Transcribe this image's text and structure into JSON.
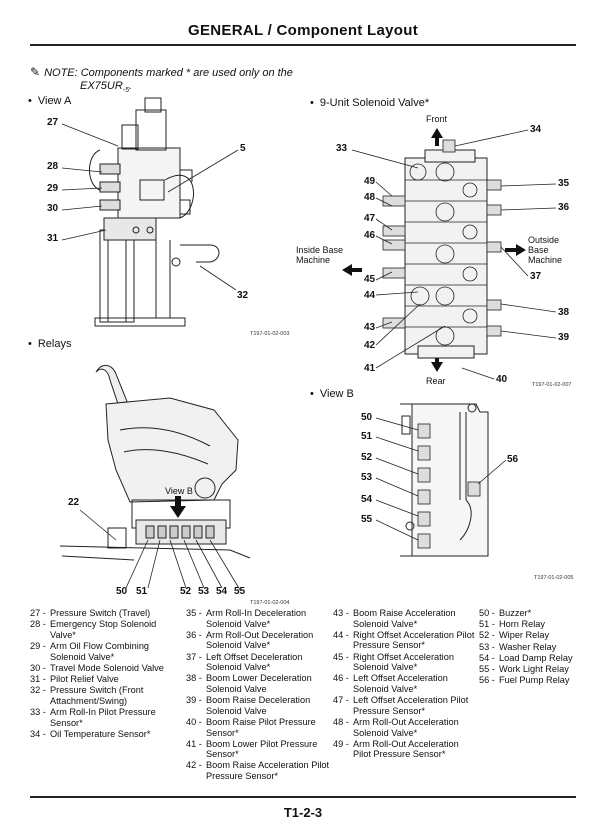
{
  "header": {
    "title": "GENERAL / Component Layout"
  },
  "note": {
    "line1": "NOTE:  Components marked * are used only on the",
    "line2_a": "EX75UR",
    "line2_sub": "-5",
    "line2_b": "."
  },
  "sections": {
    "view_a": "View A",
    "nine_unit": "9-Unit Solenoid Valve*",
    "relays": "Relays",
    "view_b": "View B"
  },
  "directions": {
    "front": "Front",
    "rear": "Rear",
    "inside_base": "Inside Base Machine",
    "outside_base": "Outside Base Machine"
  },
  "callouts": {
    "va": [
      "27",
      "28",
      "29",
      "30",
      "31",
      "5",
      "32"
    ],
    "sv": [
      "34",
      "33",
      "49",
      "48",
      "47",
      "46",
      "45",
      "44",
      "43",
      "42",
      "41",
      "35",
      "36",
      "37",
      "38",
      "39",
      "40"
    ],
    "rl": [
      "22",
      "50",
      "51",
      "52",
      "53",
      "54",
      "55"
    ],
    "vb": [
      "50",
      "51",
      "52",
      "53",
      "54",
      "55",
      "56"
    ]
  },
  "view_b_label": "View B",
  "figure_codes": {
    "view_a": "T197-01-02-003",
    "solenoid": "T197-01-02-007",
    "relays": "T197-01-02-004",
    "view_b": "T197-01-02-005"
  },
  "legend": {
    "col1": [
      {
        "n": "27 -",
        "t": "Pressure Switch (Travel)"
      },
      {
        "n": "28 -",
        "t": "Emergency Stop Solenoid Valve*"
      },
      {
        "n": "29 -",
        "t": "Arm Oil Flow Combining Solenoid Valve*"
      },
      {
        "n": "30 -",
        "t": "Travel Mode Solenoid Valve"
      },
      {
        "n": "31 -",
        "t": "Pilot Relief Valve"
      },
      {
        "n": "32 -",
        "t": "Pressure Switch (Front Attachment/Swing)"
      },
      {
        "n": "33 -",
        "t": "Arm Roll-In Pilot Pressure Sensor*"
      },
      {
        "n": "34 -",
        "t": "Oil Temperature Sensor*"
      }
    ],
    "col2": [
      {
        "n": "35 -",
        "t": "Arm Roll-In Deceleration Solenoid Valve*"
      },
      {
        "n": "36 -",
        "t": "Arm Roll-Out Deceleration Solenoid Valve*"
      },
      {
        "n": "37 -",
        "t": "Left Offset Deceleration Solenoid Valve*"
      },
      {
        "n": "38 -",
        "t": "Boom Lower Deceleration Solenoid Valve"
      },
      {
        "n": "39 -",
        "t": "Boom Raise Deceleration Solenoid Valve"
      },
      {
        "n": "40 -",
        "t": "Boom Raise Pilot Pressure Sensor*"
      },
      {
        "n": "41 -",
        "t": "Boom Lower Pilot Pressure Sensor*"
      },
      {
        "n": "42 -",
        "t": "Boom Raise Acceleration Pilot Pressure Sensor*"
      }
    ],
    "col3": [
      {
        "n": "43 -",
        "t": "Boom Raise Acceleration Solenoid Valve*"
      },
      {
        "n": "44 -",
        "t": "Right Offset Acceleration Pilot Pressure Sensor*"
      },
      {
        "n": "45 -",
        "t": "Right Offset Acceleration Solenoid Valve*"
      },
      {
        "n": "46 -",
        "t": "Left Offset Acceleration Solenoid Valve*"
      },
      {
        "n": "47 -",
        "t": "Left Offset Acceleration Pilot Pressure Sensor*"
      },
      {
        "n": "48 -",
        "t": "Arm Roll-Out Acceleration Solenoid Valve*"
      },
      {
        "n": "49 -",
        "t": "Arm Roll-Out Acceleration Pilot Pressure Sensor*"
      }
    ],
    "col4": [
      {
        "n": "50 -",
        "t": "Buzzer*"
      },
      {
        "n": "51 -",
        "t": "Horn Relay"
      },
      {
        "n": "52 -",
        "t": "Wiper Relay"
      },
      {
        "n": "53 -",
        "t": "Washer Relay"
      },
      {
        "n": "54 -",
        "t": "Load Damp Relay"
      },
      {
        "n": "55 -",
        "t": "Work Light Relay"
      },
      {
        "n": "56 -",
        "t": "Fuel Pump Relay"
      }
    ]
  },
  "footer": {
    "page": "T1-2-3"
  }
}
